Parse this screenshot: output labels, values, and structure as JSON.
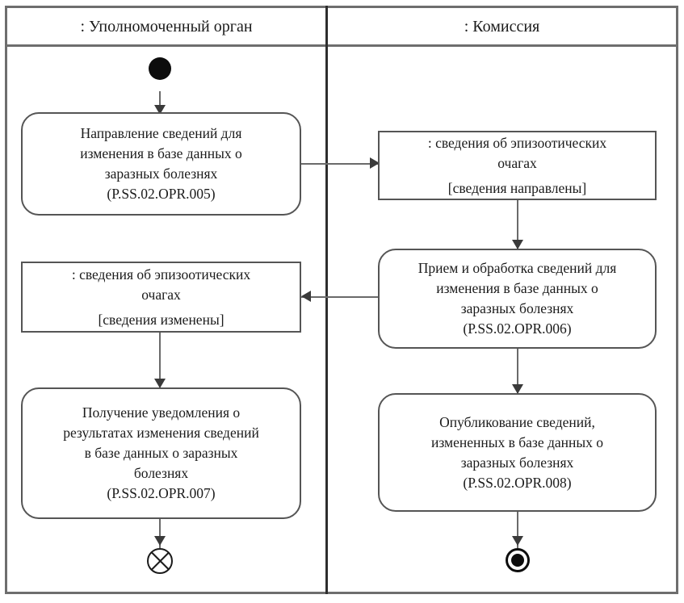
{
  "diagram": {
    "type": "uml-activity-diagram",
    "lanes": [
      {
        "id": "left",
        "title": ": Уполномоченный орган"
      },
      {
        "id": "right",
        "title": ": Комиссия"
      }
    ],
    "nodes": {
      "initial": {
        "kind": "initial-node",
        "lane": "left"
      },
      "action_005": {
        "kind": "action",
        "lane": "left",
        "lines": [
          "Направление сведений для",
          "изменения в базе данных о",
          "заразных болезнях",
          "(P.SS.02.OPR.005)"
        ]
      },
      "object_sent": {
        "kind": "object-node",
        "lane": "right",
        "lines": [
          ": сведения об эпизоотических",
          "очагах"
        ],
        "state": "[сведения направлены]"
      },
      "action_006": {
        "kind": "action",
        "lane": "right",
        "lines": [
          "Прием и обработка сведений для",
          "изменения в базе данных о",
          "заразных болезнях",
          "(P.SS.02.OPR.006)"
        ]
      },
      "object_changed": {
        "kind": "object-node",
        "lane": "left",
        "lines": [
          ": сведения об эпизоотических",
          "очагах"
        ],
        "state": "[сведения изменены]"
      },
      "action_007": {
        "kind": "action",
        "lane": "left",
        "lines": [
          "Получение уведомления о",
          "результатах изменения сведений",
          "в базе данных о заразных",
          "болезнях",
          "(P.SS.02.OPR.007)"
        ]
      },
      "action_008": {
        "kind": "action",
        "lane": "right",
        "lines": [
          "Опубликование сведений,",
          "измененных в базе данных о",
          "заразных болезнях",
          "(P.SS.02.OPR.008)"
        ]
      },
      "flow_final": {
        "kind": "flow-final-node",
        "lane": "left"
      },
      "activity_final": {
        "kind": "activity-final-node",
        "lane": "right"
      }
    },
    "colors": {
      "frame": "#6e6e6e",
      "divider": "#2e2e2e",
      "node_border": "#555555",
      "edge": "#6a6a6a",
      "text": "#1b1b1b",
      "fill": "#ffffff"
    }
  }
}
